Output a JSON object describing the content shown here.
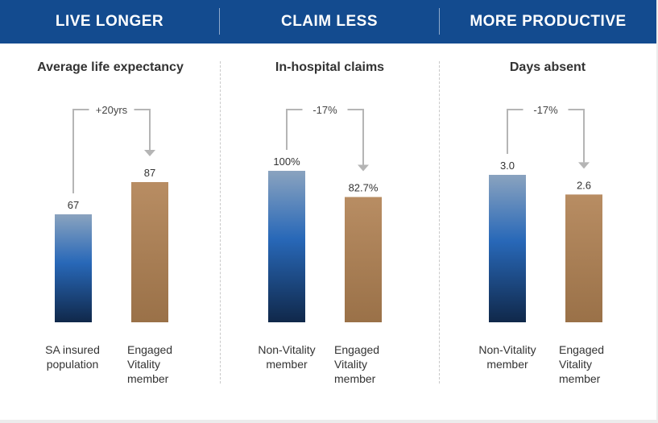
{
  "header": {
    "sections": [
      "LIVE LONGER",
      "CLAIM LESS",
      "MORE PRODUCTIVE"
    ],
    "background_color": "#134b8f"
  },
  "colors": {
    "blue_gradient": [
      "#8aa3bf",
      "#2868b8",
      "#10284a"
    ],
    "brown_gradient": [
      "#b88d63",
      "#9a7148"
    ],
    "arrow": "#b5b5b5"
  },
  "chart_data": [
    {
      "type": "bar",
      "title": "Average life expectancy",
      "categories": [
        "SA insured\npopulation",
        "Engaged\nVitality\nmember"
      ],
      "values": [
        67,
        87
      ],
      "value_labels": [
        "67",
        "87"
      ],
      "difference_label": "+20yrs",
      "ylim": [
        0,
        100
      ]
    },
    {
      "type": "bar",
      "title": "In-hospital claims",
      "categories": [
        "Non-Vitality\nmember",
        "Engaged\nVitality\nmember"
      ],
      "values": [
        100,
        82.7
      ],
      "value_labels": [
        "100%",
        "82.7%"
      ],
      "difference_label": "-17%",
      "ylim": [
        0,
        100
      ]
    },
    {
      "type": "bar",
      "title": "Days absent",
      "categories": [
        "Non-Vitality\nmember",
        "Engaged\nVitality\nmember"
      ],
      "values": [
        3.0,
        2.6
      ],
      "value_labels": [
        "3.0",
        "2.6"
      ],
      "difference_label": "-17%",
      "ylim": [
        0,
        3.0
      ]
    }
  ]
}
